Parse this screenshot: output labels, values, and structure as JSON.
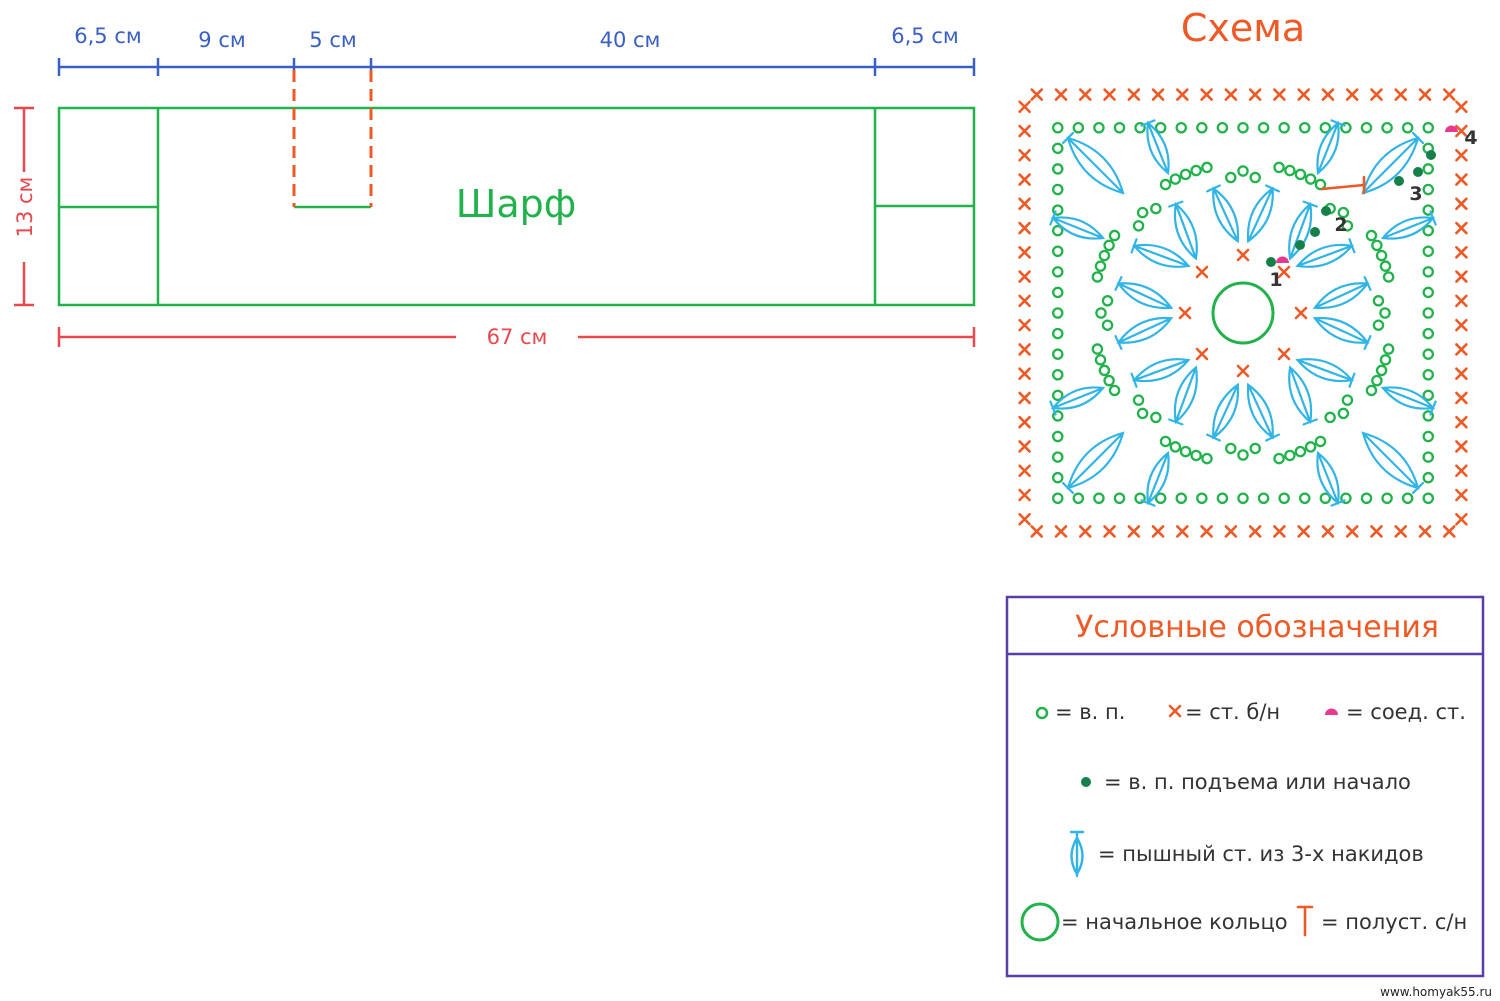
{
  "scarf_diagram": {
    "title": "Шарф",
    "top_dimensions": [
      "6,5 см",
      "9 см",
      "5 см",
      "40 см",
      "6,5 см"
    ],
    "height_label": "13 см",
    "total_length_label": "67 см"
  },
  "scheme": {
    "title": "Схема",
    "row_numbers": [
      "1",
      "2",
      "3",
      "4"
    ]
  },
  "legend": {
    "title": "Условные обозначения",
    "chain": "= в. п.",
    "single_crochet": "= ст. б/н",
    "slip_stitch": "= соед. ст.",
    "lifting_chain": "= в. п. подъема или начало",
    "puff_stitch": "= пышный ст. из 3-х накидов",
    "magic_ring": "= начальное кольцо",
    "half_double": "= полуст. с/н"
  },
  "footer": {
    "url": "www.homyak55.ru"
  },
  "colors": {
    "green": "#22b24c",
    "blue": "#3a5fc4",
    "red": "#e8484e",
    "orange": "#ee5a26",
    "cyan": "#31b4e6",
    "dark_green": "#15804a",
    "magenta": "#e8398f",
    "purple": "#5a3ea8"
  }
}
